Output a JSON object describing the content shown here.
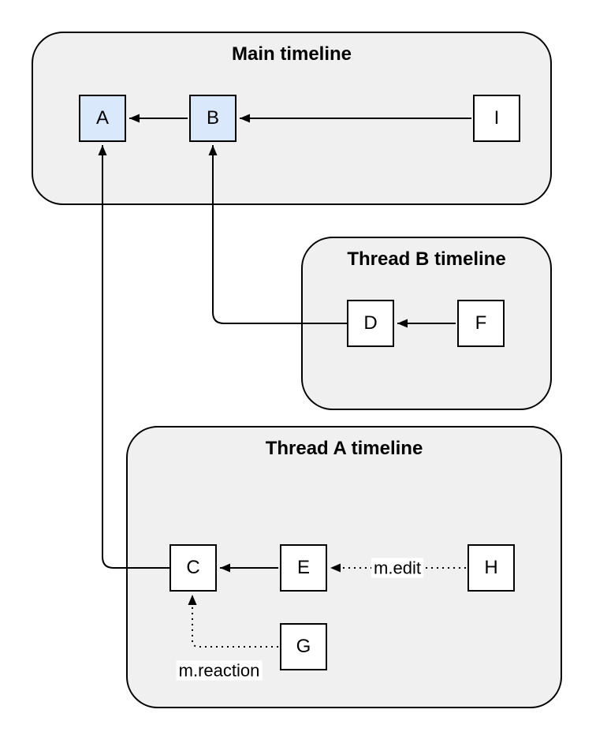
{
  "diagram": {
    "colors": {
      "background": "#ffffff",
      "container_fill": "#f0f0f0",
      "container_border": "#000000",
      "node_fill": "#ffffff",
      "node_highlight_fill": "#dae8fc",
      "node_border": "#000000",
      "edge_color": "#000000"
    },
    "containers": [
      {
        "title": "Main timeline"
      },
      {
        "title": "Thread B timeline"
      },
      {
        "title": "Thread A timeline"
      }
    ],
    "nodes": [
      {
        "label": "A",
        "highlighted": true,
        "container": "Main timeline"
      },
      {
        "label": "B",
        "highlighted": true,
        "container": "Main timeline"
      },
      {
        "label": "I",
        "highlighted": false,
        "container": "Main timeline"
      },
      {
        "label": "D",
        "highlighted": false,
        "container": "Thread B timeline"
      },
      {
        "label": "F",
        "highlighted": false,
        "container": "Thread B timeline"
      },
      {
        "label": "C",
        "highlighted": false,
        "container": "Thread A timeline"
      },
      {
        "label": "E",
        "highlighted": false,
        "container": "Thread A timeline"
      },
      {
        "label": "H",
        "highlighted": false,
        "container": "Thread A timeline"
      },
      {
        "label": "G",
        "highlighted": false,
        "container": "Thread A timeline"
      }
    ],
    "edges": [
      {
        "from": "B",
        "to": "A",
        "style": "solid",
        "label": ""
      },
      {
        "from": "I",
        "to": "B",
        "style": "solid",
        "label": ""
      },
      {
        "from": "D",
        "to": "B",
        "style": "solid",
        "label": ""
      },
      {
        "from": "F",
        "to": "D",
        "style": "solid",
        "label": ""
      },
      {
        "from": "C",
        "to": "A",
        "style": "solid",
        "label": ""
      },
      {
        "from": "E",
        "to": "C",
        "style": "solid",
        "label": ""
      },
      {
        "from": "H",
        "to": "E",
        "style": "dotted",
        "label": "m.edit"
      },
      {
        "from": "G",
        "to": "C",
        "style": "dotted",
        "label": "m.reaction"
      }
    ]
  }
}
